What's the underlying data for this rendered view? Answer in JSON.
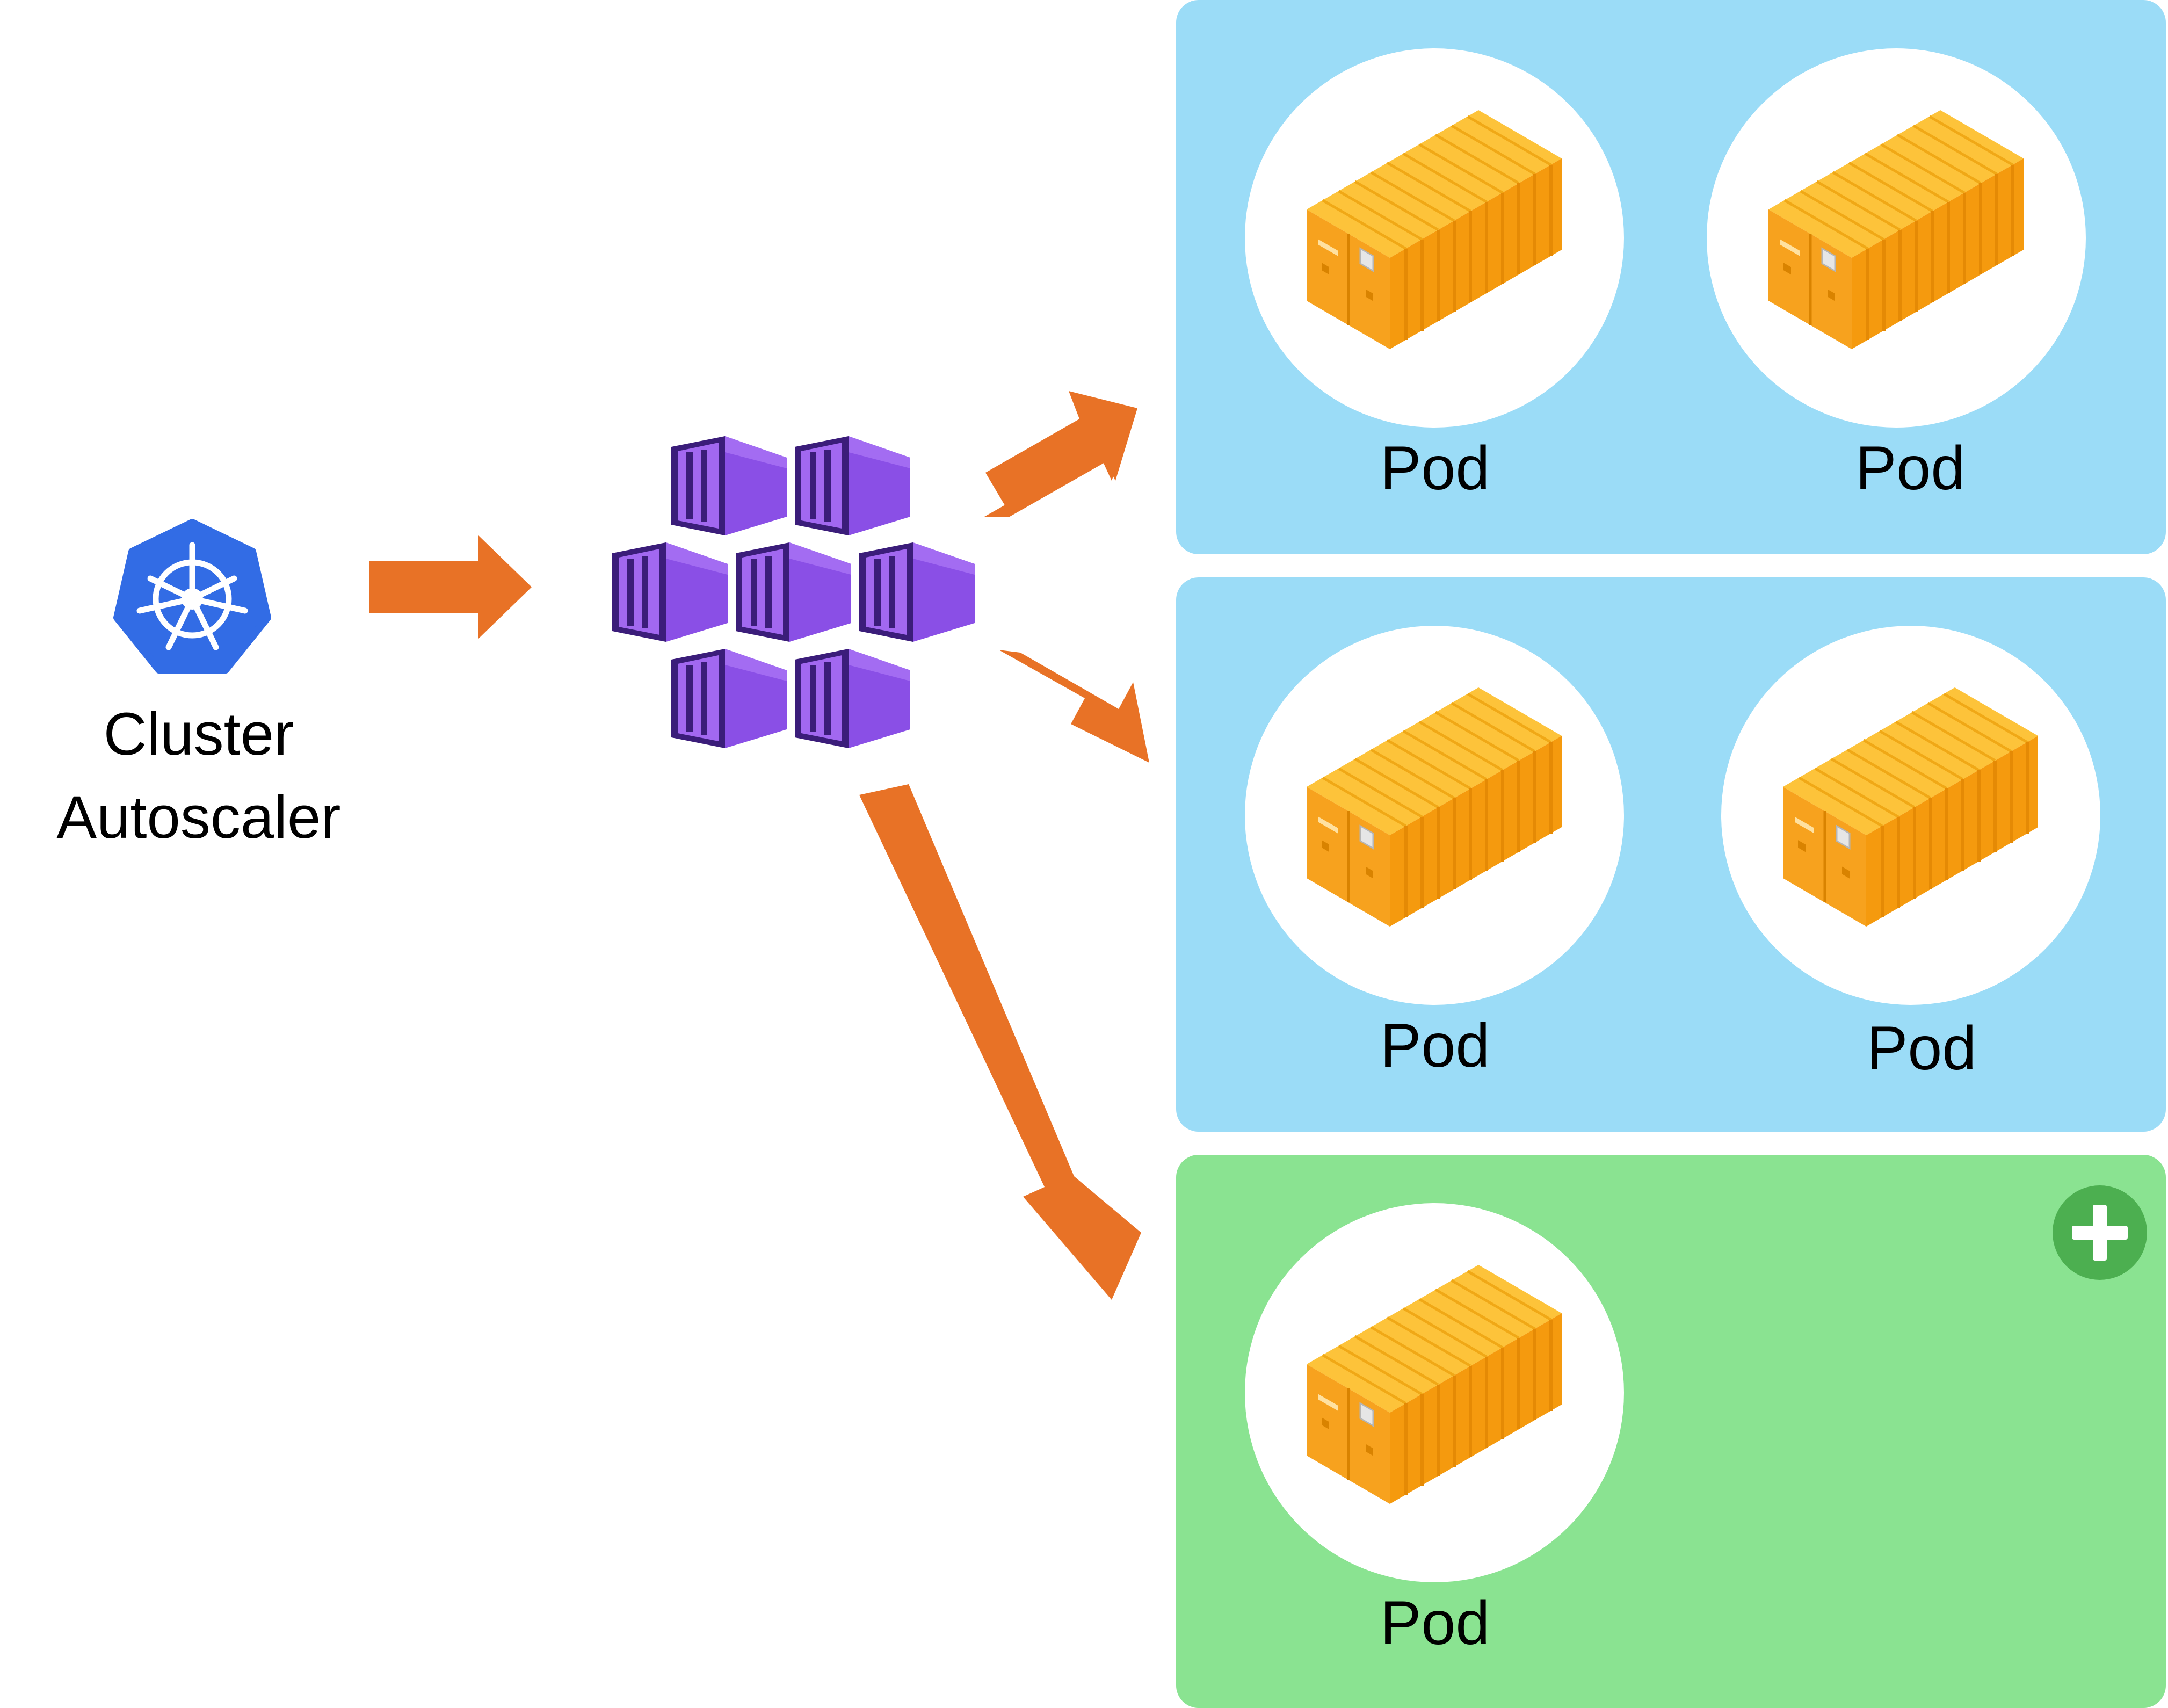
{
  "autoscaler": {
    "label_line1": "Cluster",
    "label_line2": "Autoscaler",
    "icon": "kubernetes-helm-icon"
  },
  "aks_icon": "aks-container-cluster-icon",
  "nodes": [
    {
      "state": "existing",
      "color": "#9bdcf7",
      "pods": [
        {
          "label": "Pod"
        },
        {
          "label": "Pod"
        }
      ]
    },
    {
      "state": "existing",
      "color": "#9bdcf7",
      "pods": [
        {
          "label": "Pod"
        },
        {
          "label": "Pod"
        }
      ]
    },
    {
      "state": "added",
      "color": "#8ae391",
      "badge_icon": "plus-icon",
      "pods": [
        {
          "label": "Pod"
        }
      ]
    }
  ],
  "colors": {
    "arrow": "#e87226",
    "k8s_blue": "#326ce5",
    "container_purple": "#8a4fe6",
    "badge_green": "#4caf50",
    "pod_orange": "#f9a12a"
  }
}
